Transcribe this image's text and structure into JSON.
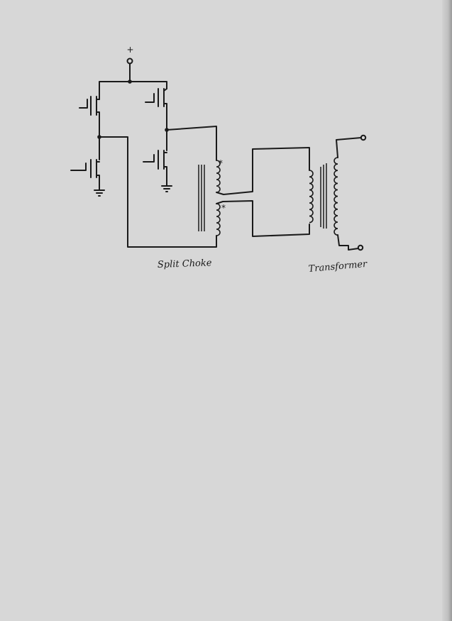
{
  "diagram": {
    "supply_symbol": "+",
    "polarity_mark": "*",
    "labels": {
      "choke": "Split Choke",
      "transformer": "Transformer"
    },
    "nodes": [
      {
        "id": "vplus",
        "label": "+"
      },
      {
        "id": "mosfet-1-upper-left"
      },
      {
        "id": "mosfet-2-lower-left"
      },
      {
        "id": "mosfet-3-upper-right"
      },
      {
        "id": "mosfet-4-lower-right"
      },
      {
        "id": "split-choke"
      },
      {
        "id": "transformer"
      }
    ],
    "edges": [
      {
        "from": "vplus",
        "to": "mosfet-1-upper-left"
      },
      {
        "from": "vplus",
        "to": "mosfet-3-upper-right"
      },
      {
        "from": "mosfet-1-upper-left",
        "to": "mosfet-2-lower-left"
      },
      {
        "from": "mosfet-3-upper-right",
        "to": "mosfet-4-lower-right"
      },
      {
        "from": "mosfet-3-upper-right",
        "to": "split-choke"
      },
      {
        "from": "mosfet-1-upper-left",
        "to": "split-choke"
      },
      {
        "from": "split-choke",
        "to": "transformer"
      }
    ]
  }
}
